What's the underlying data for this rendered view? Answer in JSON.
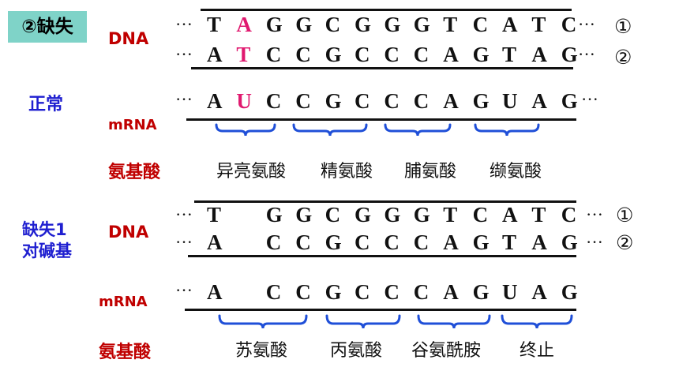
{
  "title": "②缺失",
  "normal": {
    "dna_label": "DNA",
    "side_label": "正常",
    "strand1": [
      "T",
      "A",
      "G",
      "G",
      "C",
      "G",
      "G",
      "G",
      "T",
      "C",
      "A",
      "T",
      "C"
    ],
    "strand2": [
      "A",
      "T",
      "C",
      "C",
      "G",
      "C",
      "C",
      "C",
      "A",
      "G",
      "T",
      "A",
      "G"
    ],
    "strand1_num": "①",
    "strand2_num": "②",
    "mrna_label": "mRNA",
    "mrna": [
      "A",
      "U",
      "C",
      "C",
      "G",
      "C",
      "C",
      "C",
      "A",
      "G",
      "U",
      "A",
      "G"
    ],
    "aa_label": "氨基酸",
    "amino_acids": [
      "异亮氨酸",
      "精氨酸",
      "脯氨酸",
      "缬氨酸"
    ]
  },
  "deletion": {
    "side_label_line1": "缺失1",
    "side_label_line2": "对碱基",
    "dna_label": "DNA",
    "strand1": [
      "T",
      "",
      "G",
      "G",
      "C",
      "G",
      "G",
      "G",
      "T",
      "C",
      "A",
      "T",
      "C"
    ],
    "strand2": [
      "A",
      "",
      "C",
      "C",
      "G",
      "C",
      "C",
      "C",
      "A",
      "G",
      "T",
      "A",
      "G"
    ],
    "strand1_num": "①",
    "strand2_num": "②",
    "mrna_label": "mRNA",
    "mrna": [
      "A",
      "",
      "C",
      "C",
      "G",
      "C",
      "C",
      "C",
      "A",
      "G",
      "U",
      "A",
      "G"
    ],
    "aa_label": "氨基酸",
    "amino_acids": [
      "苏氨酸",
      "丙氨酸",
      "谷氨酰胺",
      "终止"
    ]
  },
  "ellipsis": "···",
  "colors": {
    "highlight": "#e0196f",
    "label_red": "#c00000",
    "label_blue": "#1f1fd0",
    "brace": "#1f4fd8",
    "title_bg": "#7fd3c8"
  }
}
